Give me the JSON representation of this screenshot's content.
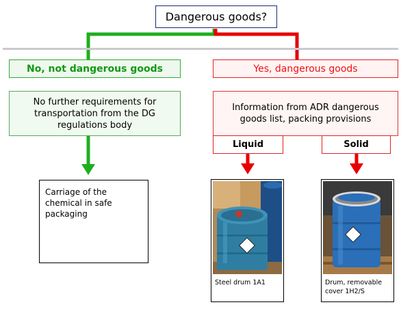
{
  "diagram": {
    "root_question": "Dangerous goods?",
    "no_branch": {
      "heading": "No, not dangerous goods",
      "body": "No further requirements for transportation from the DG regulations body",
      "result": "Carriage of the chemical in safe packaging"
    },
    "yes_branch": {
      "heading": "Yes, dangerous goods",
      "body": "Information from ADR dangerous goods list, packing provisions",
      "liquid": {
        "label": "Liquid",
        "caption": "Steel drum 1A1"
      },
      "solid": {
        "label": "Solid",
        "caption": "Drum, removable cover 1H2/S"
      }
    },
    "colors": {
      "no_path": "#1fae1f",
      "yes_path": "#e80000",
      "divider": "#c9c9cf",
      "drum_blue": "#2a6fb8",
      "steel_drum": "#2f7ea2"
    }
  }
}
